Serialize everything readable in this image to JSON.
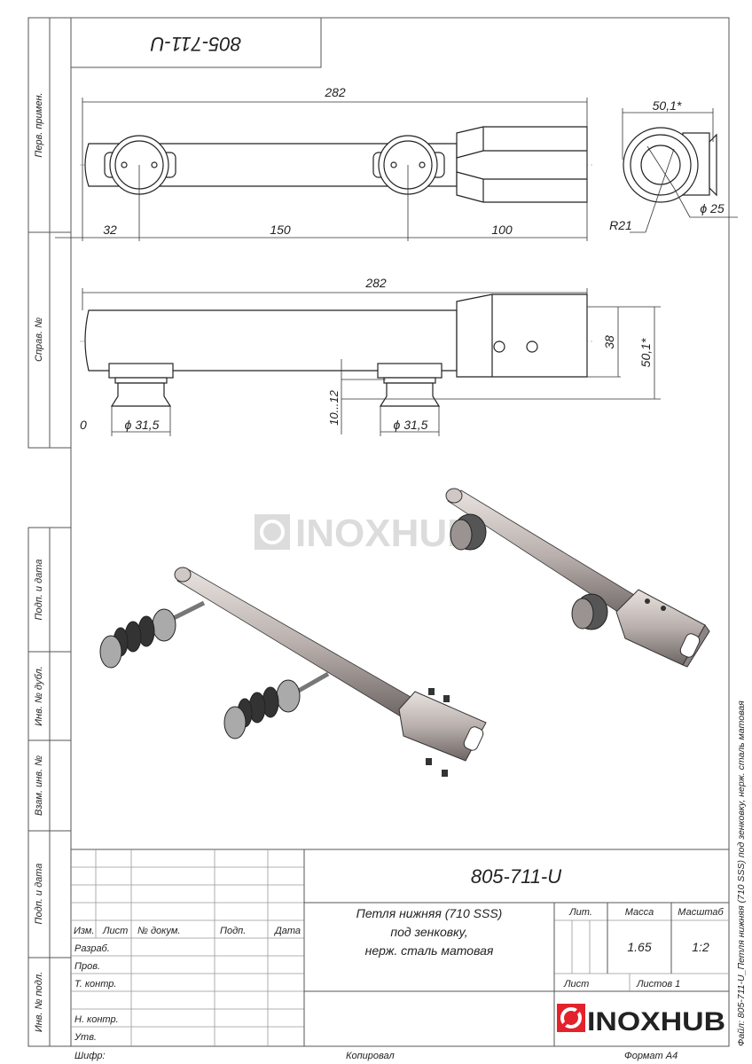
{
  "stamp_top": "805-711-U",
  "side_strip": {
    "perv_primen": "Перв. примен.",
    "sprav_no": "Справ. №",
    "podp_data_1": "Подп. и дата",
    "inv_dubl": "Инв. № дубл.",
    "vzam_inv": "Взам. инв. №",
    "podp_data_2": "Подп. и дата",
    "inv_podl": "Инв. № подл."
  },
  "file_caption": "Файл: 805-711-U_Петля нижняя (710 SSS) под зенковку, нерж. сталь матовая",
  "dimensions": {
    "plan_length": "282",
    "end_width": "50,1*",
    "plan_d1": "32",
    "plan_d2": "150",
    "plan_d3": "100",
    "radius": "R21",
    "diameter": "ϕ 25",
    "side_length": "282",
    "height_block": "38",
    "height_total": "50,1*",
    "gap": "10...12",
    "foot_d1": "ϕ 31,5",
    "foot_d2": "ϕ 31,5",
    "zero": "0"
  },
  "watermark": "INOXHUB",
  "title_block": {
    "designation": "805-711-U",
    "name_lines": [
      "Петля нижняя (710 SSS)",
      "под зенковку,",
      "нерж. сталь матовая"
    ],
    "headers": {
      "izm": "Изм.",
      "list": "Лист",
      "doc_no": "№ докум.",
      "podp": "Подп.",
      "date": "Дата"
    },
    "roles": {
      "razrab": "Разраб.",
      "prov": "Пров.",
      "t_kontr": "Т. контр.",
      "n_kontr": "Н. контр.",
      "utv": "Утв."
    },
    "lit_label": "Лит.",
    "mass_label": "Масса",
    "scale_label": "Масштаб",
    "mass": "1.65",
    "scale": "1:2",
    "sheet_label": "Лист",
    "sheets_label": "Листов 1",
    "logo_text": "INOXHUB",
    "brand_color": "#e3222b"
  },
  "footer": {
    "cipher": "Шифр:",
    "copied": "Копировал",
    "format": "Формат А4"
  }
}
